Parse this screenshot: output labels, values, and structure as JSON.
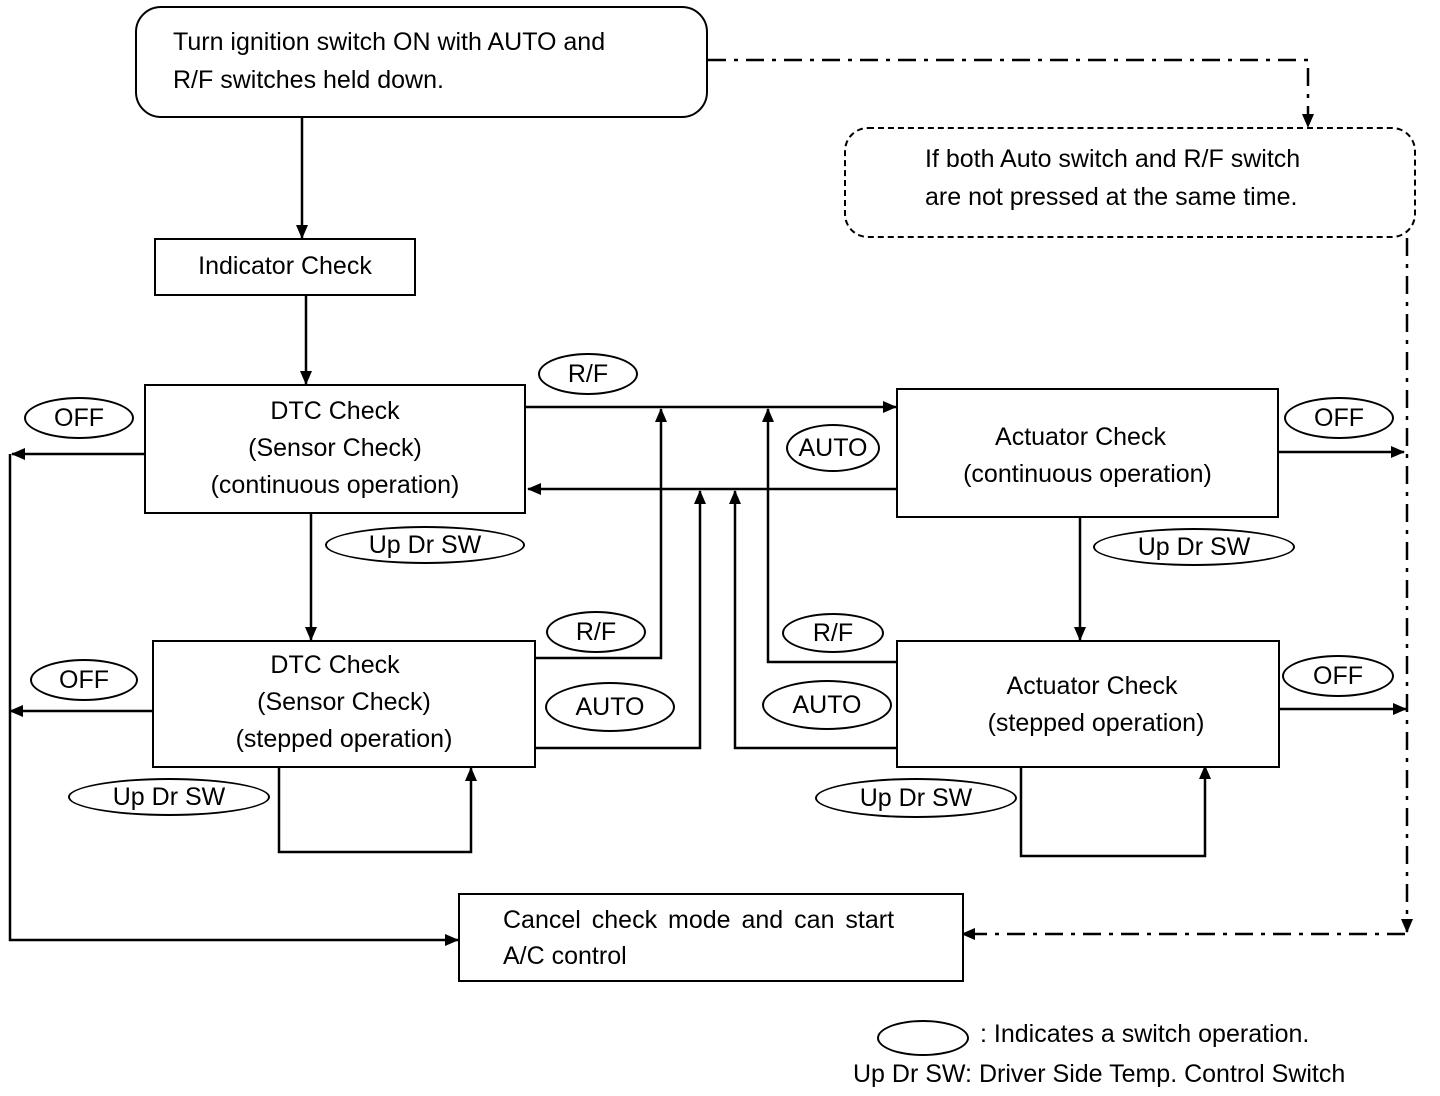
{
  "start_box": [
    "Turn ignition switch ON with AUTO and",
    "R/F switches held down."
  ],
  "not_pressed_box": [
    "If both Auto switch and R/F switch",
    "are not pressed at the same time."
  ],
  "indicator_box": "Indicator Check",
  "dtc_continuous": [
    "DTC Check",
    "(Sensor Check)",
    "(continuous operation)"
  ],
  "dtc_stepped": [
    "DTC Check",
    "(Sensor Check)",
    "(stepped operation)"
  ],
  "actuator_continuous": [
    "Actuator Check",
    "(continuous operation)"
  ],
  "actuator_stepped": [
    "Actuator Check",
    "(stepped operation)"
  ],
  "cancel_box": [
    "Cancel check mode and can start",
    "A/C control"
  ],
  "switches": {
    "rf": "R/F",
    "auto": "AUTO",
    "off": "OFF",
    "updr": "Up Dr SW"
  },
  "legend": {
    "oval_meaning": ": Indicates a switch operation.",
    "updr_meaning": "Up Dr SW: Driver Side Temp. Control Switch"
  }
}
